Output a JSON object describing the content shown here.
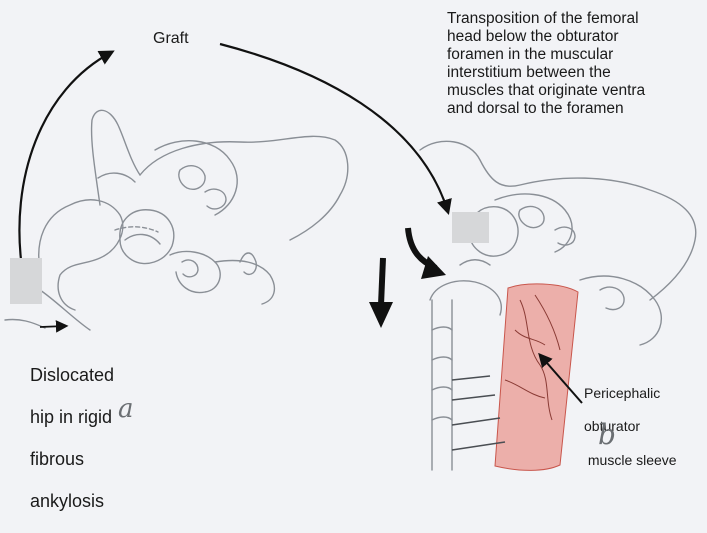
{
  "labels": {
    "graft": "Graft",
    "transposition": [
      "Transposition of the femoral",
      "head below the obturator",
      "foramen in the muscular",
      "interstitium between the",
      "muscles that originate ventra",
      "and dorsal to the foramen"
    ],
    "dislocated": [
      "Dislocated",
      "hip in rigid",
      "fibrous",
      "ankylosis"
    ],
    "sleeve": [
      "Pericephalic",
      "obturator",
      " muscle sleeve"
    ]
  },
  "panel_marks": {
    "left": "a",
    "right": "b"
  },
  "colors": {
    "ink": "#1a1a1a",
    "pencil": "#8a8f96",
    "muscle_sleeve": "#e8857a"
  }
}
